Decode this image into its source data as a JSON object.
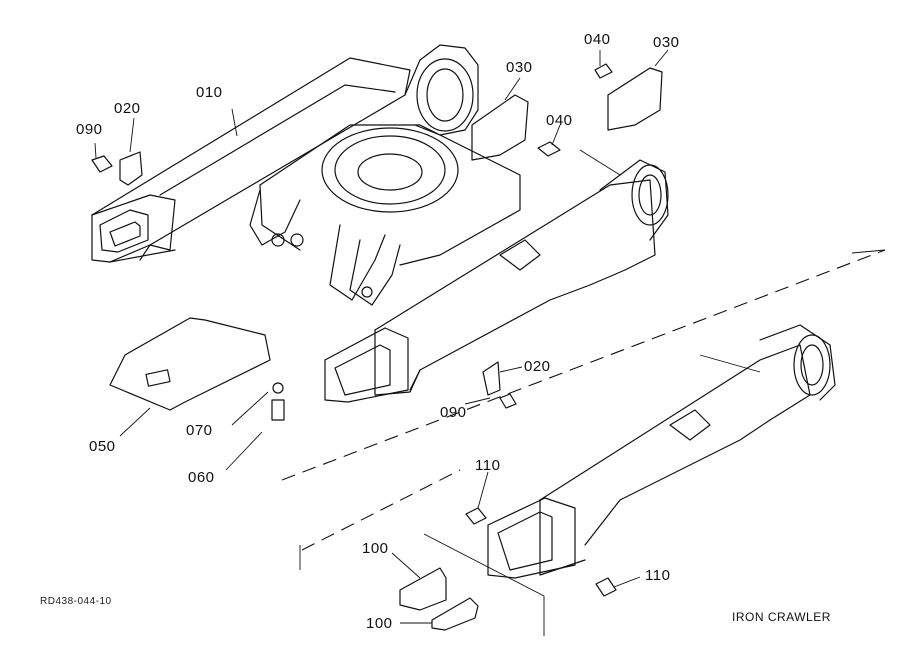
{
  "diagram": {
    "drawing_id": "RD438-044-10",
    "assembly_title": "IRON CRAWLER",
    "callouts": [
      {
        "part": "010",
        "label": "010",
        "component": "track-frame"
      },
      {
        "part": "020",
        "label": "020",
        "component": "bracket-left"
      },
      {
        "part": "090",
        "label": "090",
        "component": "bolt-left"
      },
      {
        "part": "030",
        "label": "030",
        "component": "cover-center"
      },
      {
        "part": "040",
        "label": "040",
        "component": "bolt-center"
      },
      {
        "part": "040",
        "label": "040",
        "component": "bolt-right"
      },
      {
        "part": "030",
        "label": "030",
        "component": "cover-right"
      },
      {
        "part": "020",
        "label": "020",
        "component": "bracket-right"
      },
      {
        "part": "090",
        "label": "090",
        "component": "bolt-right-lower"
      },
      {
        "part": "050",
        "label": "050",
        "component": "under-plate"
      },
      {
        "part": "070",
        "label": "070",
        "component": "washer"
      },
      {
        "part": "060",
        "label": "060",
        "component": "plate-bolt"
      },
      {
        "part": "110",
        "label": "110",
        "component": "track-bolt-upper"
      },
      {
        "part": "110",
        "label": "110",
        "component": "track-bolt-lower"
      },
      {
        "part": "100",
        "label": "100",
        "component": "guide-upper"
      },
      {
        "part": "100",
        "label": "100",
        "component": "guide-lower"
      }
    ]
  }
}
